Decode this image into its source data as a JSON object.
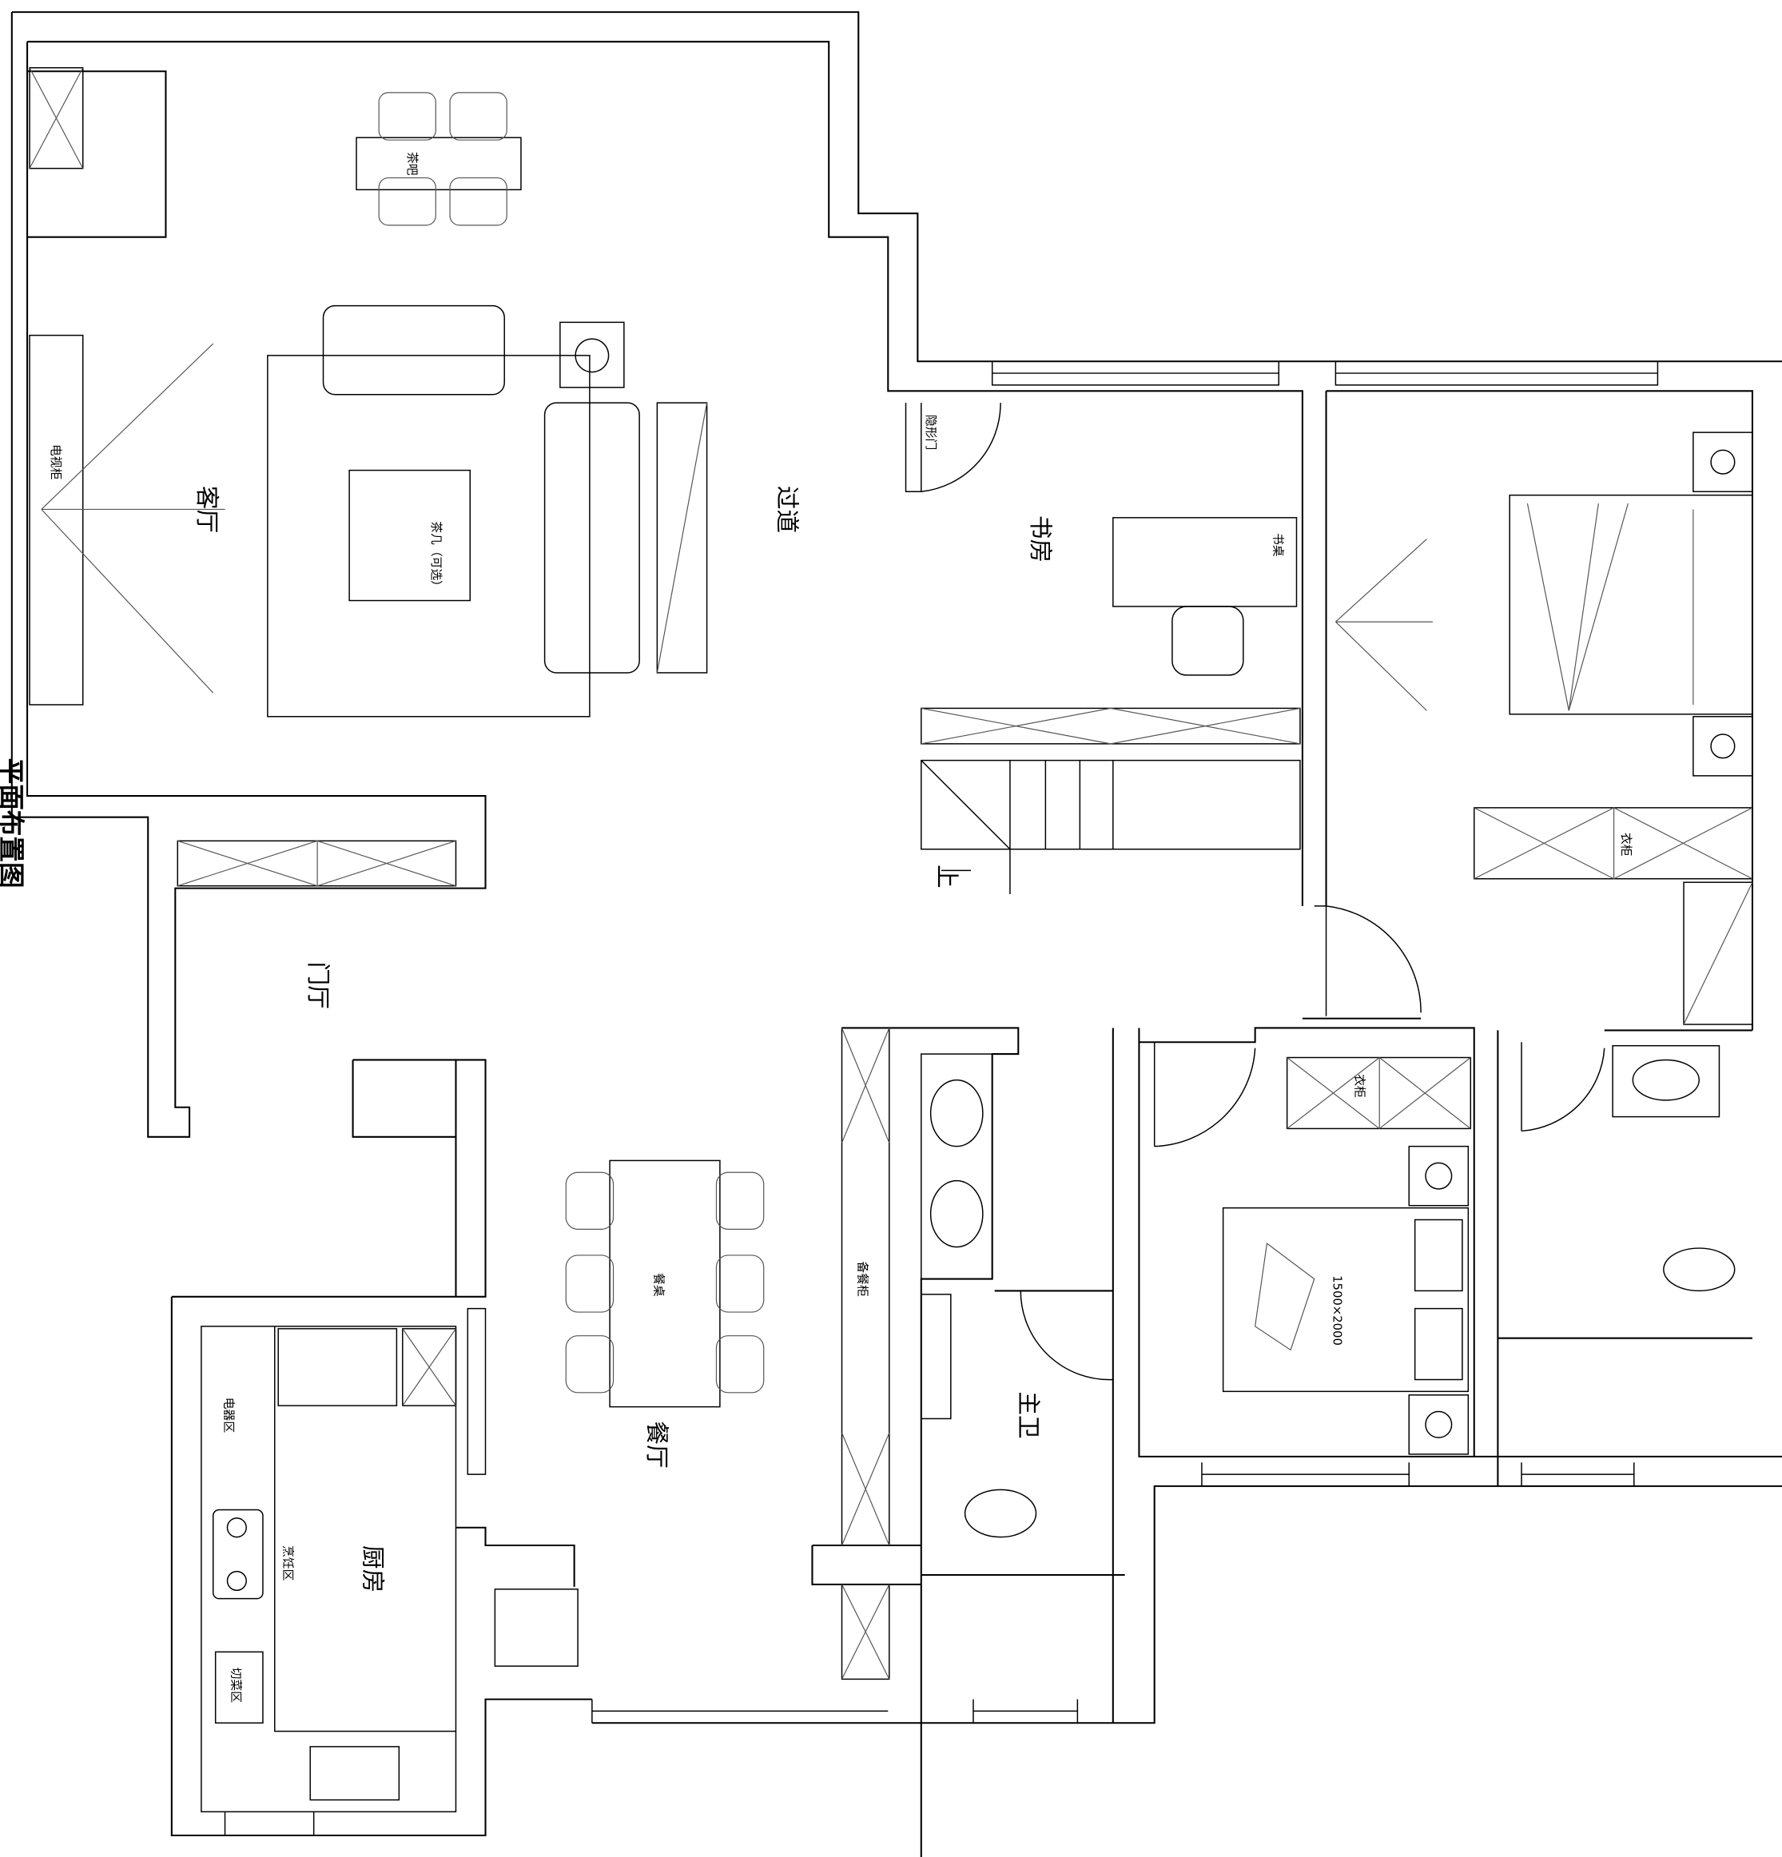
{
  "title": "平面布置图",
  "rooms": {
    "living": "客厅",
    "corridor": "过道",
    "study": "书房",
    "foyer": "门厅",
    "dining": "餐厅",
    "kitchen": "厨房",
    "master_bath": "主卫"
  },
  "furniture": {
    "tv_cabinet": "电视柜",
    "coffee_table": "茶几（可选）",
    "tea_bar": "茶吧",
    "hidden_door": "隐形门",
    "desk": "书桌",
    "dining_table": "餐桌",
    "sideboard": "备餐柜",
    "appliance_zone": "电器区",
    "cooking_zone": "烹饪区",
    "cutting_zone": "切菜区",
    "wardrobe_1": "衣柜",
    "wardrobe_2": "衣柜",
    "bed_size": "1500×2000",
    "stairs_up": "上"
  }
}
